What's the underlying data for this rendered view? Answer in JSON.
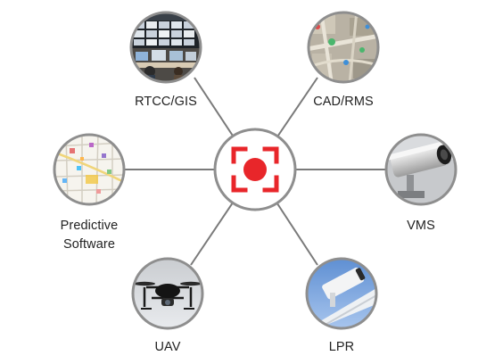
{
  "colors": {
    "connector": "#7a7a7a",
    "ring": "#8e8e8e",
    "hub_fill": "#ffffff",
    "brand_red": "#e8262a",
    "label_text": "#222222"
  },
  "hub": {
    "icon": "record-camera-icon"
  },
  "nodes": [
    {
      "id": "rtcc-gis",
      "label": "RTCC/GIS",
      "icon": "control-room-icon"
    },
    {
      "id": "cad-rms",
      "label": "CAD/RMS",
      "icon": "aerial-map-icon"
    },
    {
      "id": "vms",
      "label": "VMS",
      "icon": "security-camera-icon"
    },
    {
      "id": "lpr",
      "label": "LPR",
      "icon": "plate-reader-camera-icon"
    },
    {
      "id": "uav",
      "label": "UAV",
      "icon": "drone-icon"
    },
    {
      "id": "predictive-software",
      "label_line1": "Predictive",
      "label_line2": "Software",
      "icon": "street-map-icon"
    }
  ]
}
